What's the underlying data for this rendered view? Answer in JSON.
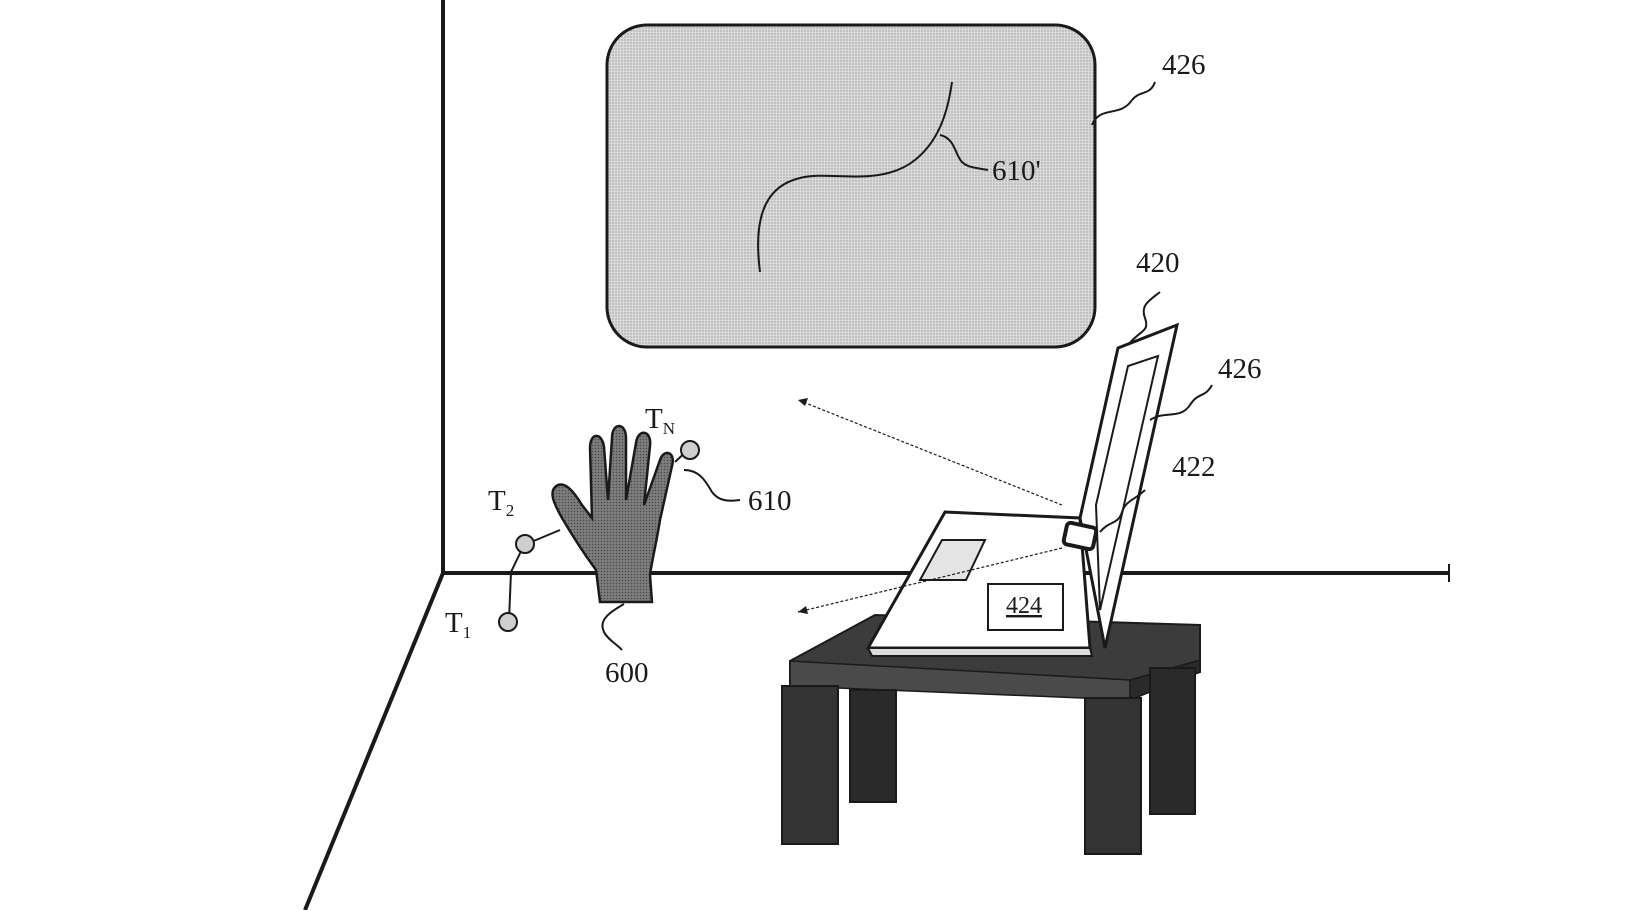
{
  "labels": {
    "display_ref": "426",
    "trace_ref": "610'",
    "device_ref": "420",
    "device_screen_ref": "426",
    "camera_ref": "422",
    "keyboard_ref": "424",
    "gesture_ref": "610",
    "hand_ref": "600",
    "t1_base": "T",
    "t1_sub": "1",
    "t2_base": "T",
    "t2_sub": "2",
    "tn_base": "T",
    "tn_sub": "N"
  },
  "colors": {
    "ink": "#1a1a1a",
    "display_fill": "#d6d6d6",
    "hand_fill": "#7a7a7a",
    "table_fill": "#3c3c3c",
    "table_leg_fill": "#2e2e2e",
    "point_fill": "#cfcfcf",
    "laptop_fill": "#ffffff"
  }
}
